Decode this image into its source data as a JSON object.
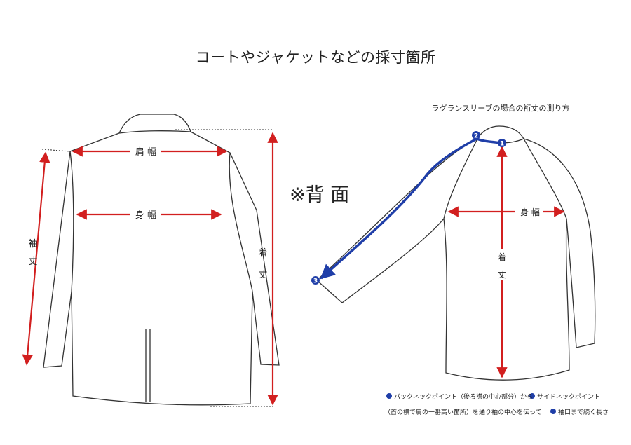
{
  "title": "コートやジャケットなどの採寸箇所",
  "back_label": "※背 面",
  "raglan_title": "ラグランスリーブの場合の裄丈の測り方",
  "left_labels": {
    "shoulder": "肩 幅",
    "body": "身 幅",
    "sleeve_1": "袖",
    "sleeve_2": "丈",
    "length_1": "着",
    "length_2": "丈"
  },
  "right_labels": {
    "body": "身 幅",
    "length_1": "着",
    "length_2": "丈"
  },
  "markers": {
    "m1": "1",
    "m2": "2",
    "m3": "3"
  },
  "legend": {
    "line1_a": "バックネックポイント（後ろ襟の中心部分）から",
    "line1_b": "サイドネックポイント",
    "line2_a": "（首の横で肩の一番高い箇所）を通り袖の中心を伝って",
    "line2_b": "袖口まで続く長さ"
  },
  "colors": {
    "measure": "#d21f1f",
    "raglan_path": "#1f3ea8",
    "outline": "#333333"
  }
}
